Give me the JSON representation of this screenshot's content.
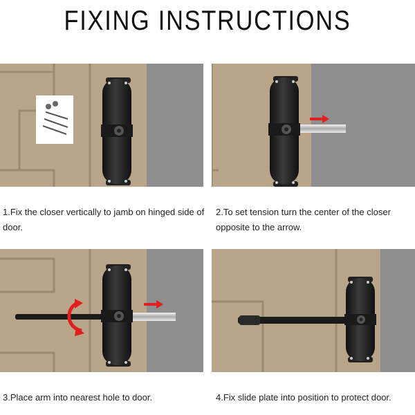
{
  "title": "FIXING INSTRUCTIONS",
  "steps": [
    {
      "caption": "1.Fix the closer vertically to jamb on hinged side of door."
    },
    {
      "caption": "2.To set tension turn the center of the closer opposite to the arrow."
    },
    {
      "caption": "3.Place arm into nearest hole to door."
    },
    {
      "caption": "4.Fix slide plate into position to protect door."
    }
  ],
  "colors": {
    "door": "#b8a58a",
    "wall": "#8e8e8e",
    "closer": "#1d1d1d",
    "arrow": "#e02020"
  },
  "icons": [
    "screws-icon",
    "arrow-right-icon",
    "rotate-arrow-icon"
  ]
}
